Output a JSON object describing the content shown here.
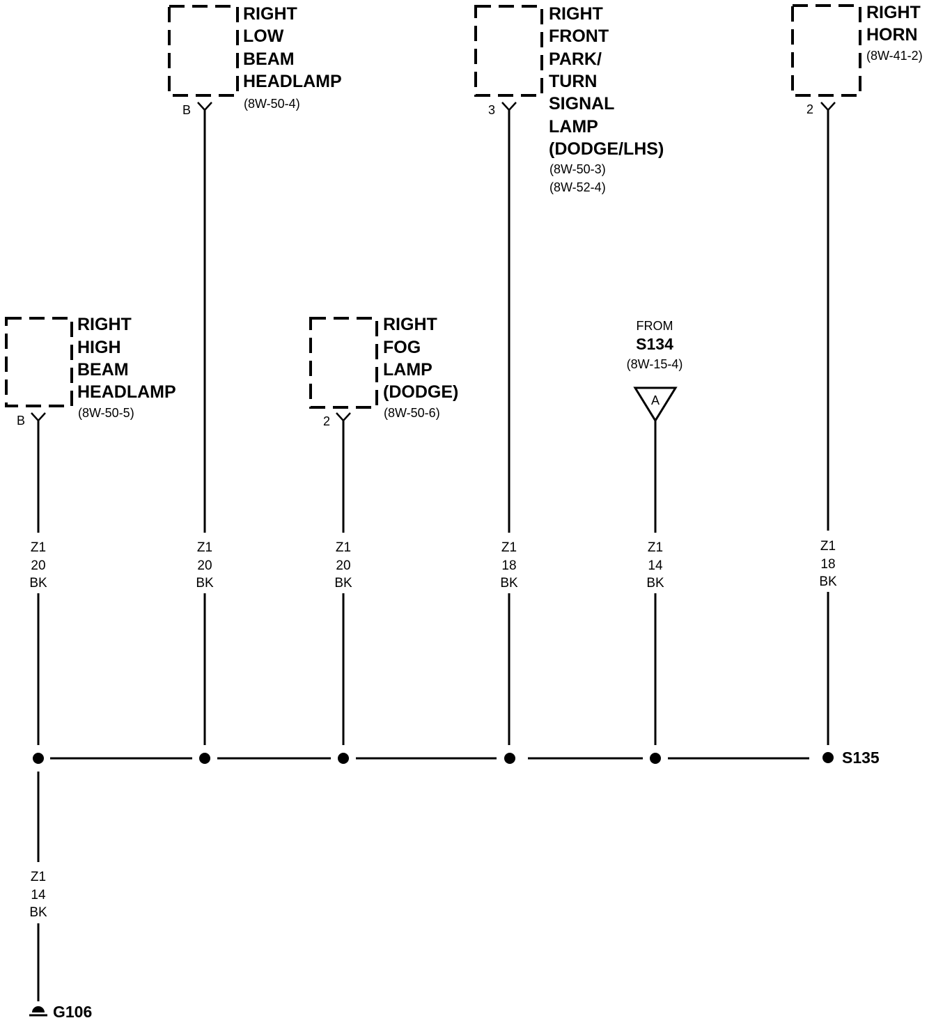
{
  "components": [
    {
      "id": "rhb",
      "lines": [
        "RIGHT",
        "HIGH",
        "BEAM",
        "HEADLAMP"
      ],
      "refs": [
        "(8W-50-5)"
      ],
      "cavity": "B"
    },
    {
      "id": "rlb",
      "lines": [
        "RIGHT",
        "LOW",
        "BEAM",
        "HEADLAMP"
      ],
      "refs": [
        "(8W-50-4)"
      ],
      "cavity": "B"
    },
    {
      "id": "rfog",
      "lines": [
        "RIGHT",
        "FOG",
        "LAMP",
        "(DODGE)"
      ],
      "refs": [
        "(8W-50-6)"
      ],
      "cavity": "2"
    },
    {
      "id": "rpark",
      "lines": [
        "RIGHT",
        "FRONT",
        "PARK/",
        "TURN",
        "SIGNAL",
        "LAMP",
        "(DODGE/LHS)"
      ],
      "refs": [
        "(8W-50-3)",
        "(8W-52-4)"
      ],
      "cavity": "3"
    },
    {
      "id": "rhorn",
      "lines": [
        "RIGHT",
        "HORN"
      ],
      "refs": [
        "(8W-41-2)"
      ],
      "cavity": "2"
    }
  ],
  "wires": [
    {
      "id": "w1",
      "circuit": "Z1",
      "gauge": "20",
      "color": "BK"
    },
    {
      "id": "w2",
      "circuit": "Z1",
      "gauge": "20",
      "color": "BK"
    },
    {
      "id": "w3",
      "circuit": "Z1",
      "gauge": "20",
      "color": "BK"
    },
    {
      "id": "w4",
      "circuit": "Z1",
      "gauge": "18",
      "color": "BK"
    },
    {
      "id": "w5",
      "circuit": "Z1",
      "gauge": "14",
      "color": "BK"
    },
    {
      "id": "w6",
      "circuit": "Z1",
      "gauge": "18",
      "color": "BK"
    },
    {
      "id": "w7",
      "circuit": "Z1",
      "gauge": "14",
      "color": "BK"
    }
  ],
  "from_connector": {
    "from": "FROM",
    "splice": "S134",
    "ref": "(8W-15-4)",
    "letter": "A"
  },
  "splice_label": "S135",
  "ground_label": "G106"
}
